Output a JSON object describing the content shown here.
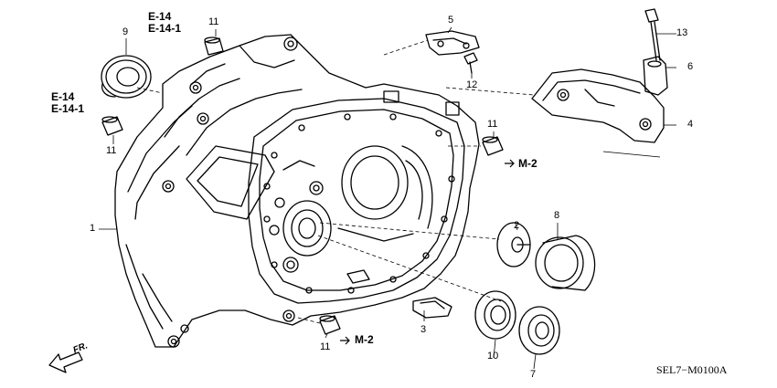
{
  "diagram": {
    "code": "SEL7−M0100A",
    "direction_label": "FR.",
    "part_numbers": [
      {
        "id": "p1",
        "text": "1"
      },
      {
        "id": "p2",
        "text": "2"
      },
      {
        "id": "p3",
        "text": "3"
      },
      {
        "id": "p4",
        "text": "4"
      },
      {
        "id": "p5",
        "text": "5"
      },
      {
        "id": "p6",
        "text": "6"
      },
      {
        "id": "p7",
        "text": "7"
      },
      {
        "id": "p8",
        "text": "8"
      },
      {
        "id": "p9",
        "text": "9"
      },
      {
        "id": "p10",
        "text": "10"
      },
      {
        "id": "p11a",
        "text": "11"
      },
      {
        "id": "p11b",
        "text": "11"
      },
      {
        "id": "p11c",
        "text": "11"
      },
      {
        "id": "p11d",
        "text": "11"
      },
      {
        "id": "p12",
        "text": "12"
      },
      {
        "id": "p13",
        "text": "13"
      }
    ],
    "references": [
      {
        "id": "ref_top",
        "lines": [
          "E-14",
          "E-14-1"
        ]
      },
      {
        "id": "ref_left",
        "lines": [
          "E-14",
          "E-14-1"
        ]
      },
      {
        "id": "ref_m2_right",
        "lines": [
          "M-2"
        ]
      },
      {
        "id": "ref_m2_bottom",
        "lines": [
          "M-2"
        ]
      }
    ]
  }
}
